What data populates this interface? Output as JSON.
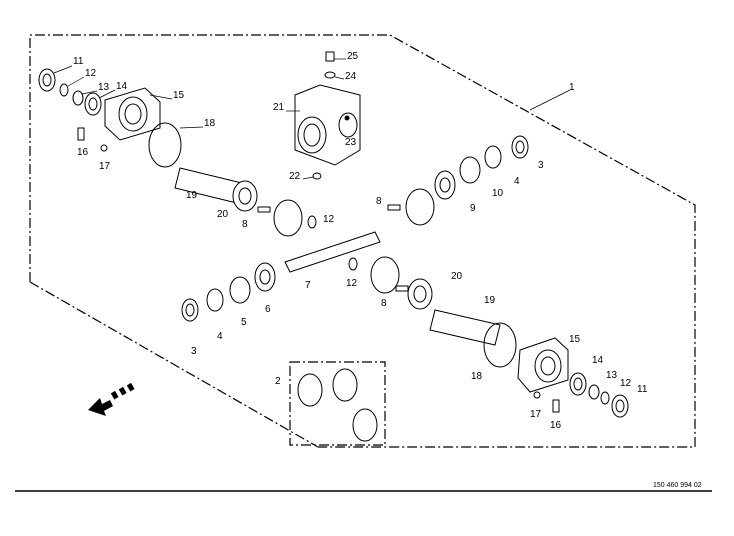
{
  "diagram": {
    "type": "exploded-parts-view",
    "document_number": "150 460 994 02",
    "callouts": [
      "11",
      "12",
      "13",
      "14",
      "15",
      "18",
      "16",
      "17",
      "19",
      "20",
      "8",
      "12",
      "8",
      "21",
      "22",
      "23",
      "24",
      "25",
      "1",
      "3",
      "4",
      "10",
      "9",
      "12",
      "7",
      "20",
      "19",
      "8",
      "3",
      "4",
      "5",
      "6",
      "2",
      "15",
      "14",
      "13",
      "12",
      "11",
      "18",
      "17",
      "16"
    ]
  }
}
